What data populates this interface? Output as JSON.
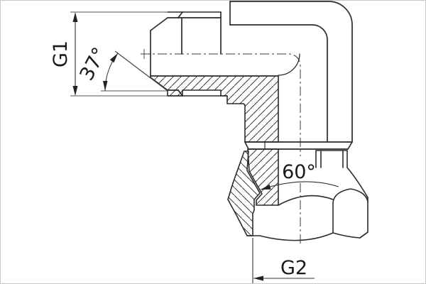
{
  "drawing": {
    "type": "technical-drawing",
    "subject": "90-degree elbow hydraulic adapter, male 37-degree flare to female swivel nut, half-section view",
    "labels": {
      "g1": "G1",
      "flare_angle": "37°",
      "seat_angle": "60°",
      "g2": "G2"
    },
    "colors": {
      "outline": "#2b2b2b",
      "dimension": "#333333",
      "thin": "#555555",
      "hatch": "#3a3a3a",
      "text": "#1a1a1a",
      "background": "#ffffff",
      "frame": "#c9c9c9"
    }
  }
}
